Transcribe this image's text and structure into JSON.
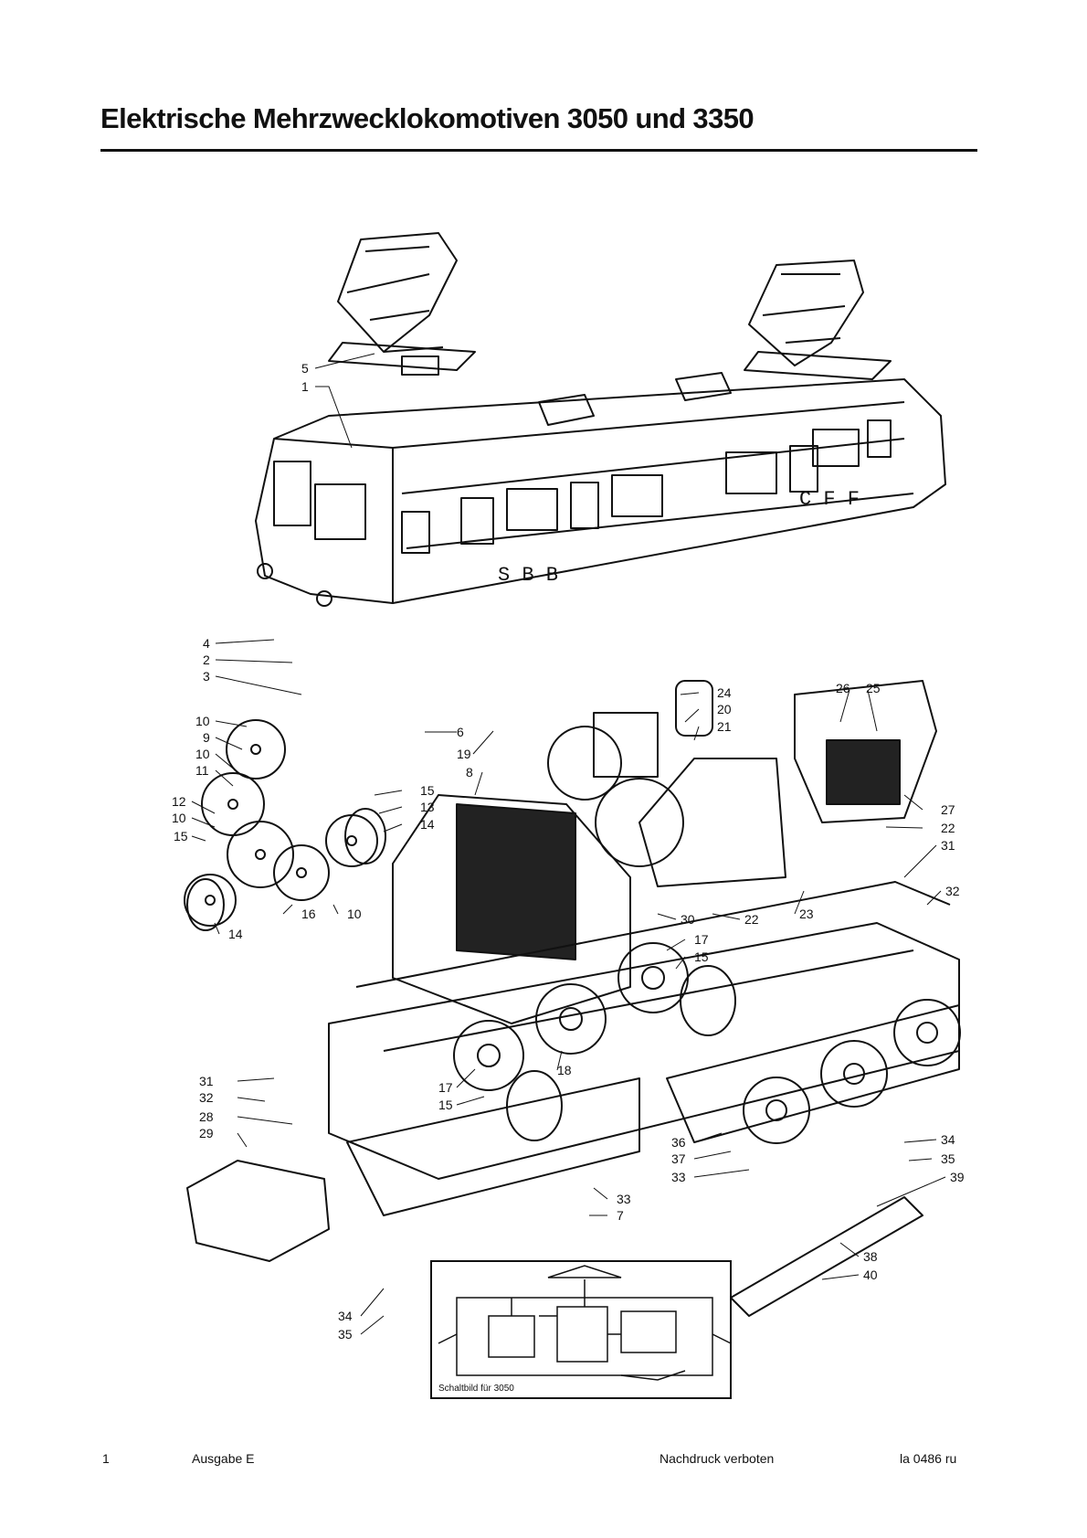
{
  "page": {
    "title": "Elektrische Mehrzwecklokomotiven 3050 und 3350",
    "footer": {
      "page_number": "1",
      "edition": "Ausgabe E",
      "notice": "Nachdruck verboten",
      "code": "la 0486 ru"
    }
  },
  "drawing": {
    "body_lettering_left": "S B B",
    "body_lettering_right": "C F F",
    "schematic_caption": "Schaltbild für 3050",
    "callouts": [
      {
        "id": "c-5",
        "text": "5"
      },
      {
        "id": "c-1",
        "text": "1"
      },
      {
        "id": "c-4",
        "text": "4"
      },
      {
        "id": "c-2",
        "text": "2"
      },
      {
        "id": "c-3",
        "text": "3"
      },
      {
        "id": "c-10a",
        "text": "10"
      },
      {
        "id": "c-9",
        "text": "9"
      },
      {
        "id": "c-10b",
        "text": "10"
      },
      {
        "id": "c-11",
        "text": "11"
      },
      {
        "id": "c-12",
        "text": "12"
      },
      {
        "id": "c-10c",
        "text": "10"
      },
      {
        "id": "c-15a",
        "text": "15"
      },
      {
        "id": "c-6",
        "text": "6"
      },
      {
        "id": "c-19",
        "text": "19"
      },
      {
        "id": "c-8",
        "text": "8"
      },
      {
        "id": "c-15b",
        "text": "15"
      },
      {
        "id": "c-13",
        "text": "13"
      },
      {
        "id": "c-14a",
        "text": "14"
      },
      {
        "id": "c-16",
        "text": "16"
      },
      {
        "id": "c-10d",
        "text": "10"
      },
      {
        "id": "c-14b",
        "text": "14"
      },
      {
        "id": "c-24",
        "text": "24"
      },
      {
        "id": "c-20",
        "text": "20"
      },
      {
        "id": "c-21",
        "text": "21"
      },
      {
        "id": "c-26",
        "text": "26"
      },
      {
        "id": "c-25",
        "text": "25"
      },
      {
        "id": "c-27",
        "text": "27"
      },
      {
        "id": "c-22a",
        "text": "22"
      },
      {
        "id": "c-31a",
        "text": "31"
      },
      {
        "id": "c-32a",
        "text": "32"
      },
      {
        "id": "c-23",
        "text": "23"
      },
      {
        "id": "c-22b",
        "text": "22"
      },
      {
        "id": "c-30",
        "text": "30"
      },
      {
        "id": "c-17a",
        "text": "17"
      },
      {
        "id": "c-15c",
        "text": "15"
      },
      {
        "id": "c-31b",
        "text": "31"
      },
      {
        "id": "c-32b",
        "text": "32"
      },
      {
        "id": "c-28",
        "text": "28"
      },
      {
        "id": "c-29",
        "text": "29"
      },
      {
        "id": "c-17b",
        "text": "17"
      },
      {
        "id": "c-15d",
        "text": "15"
      },
      {
        "id": "c-18",
        "text": "18"
      },
      {
        "id": "c-36",
        "text": "36"
      },
      {
        "id": "c-37",
        "text": "37"
      },
      {
        "id": "c-33a",
        "text": "33"
      },
      {
        "id": "c-34a",
        "text": "34"
      },
      {
        "id": "c-35a",
        "text": "35"
      },
      {
        "id": "c-39",
        "text": "39"
      },
      {
        "id": "c-33b",
        "text": "33"
      },
      {
        "id": "c-7",
        "text": "7"
      },
      {
        "id": "c-38",
        "text": "38"
      },
      {
        "id": "c-40",
        "text": "40"
      },
      {
        "id": "c-34b",
        "text": "34"
      },
      {
        "id": "c-35b",
        "text": "35"
      }
    ]
  }
}
